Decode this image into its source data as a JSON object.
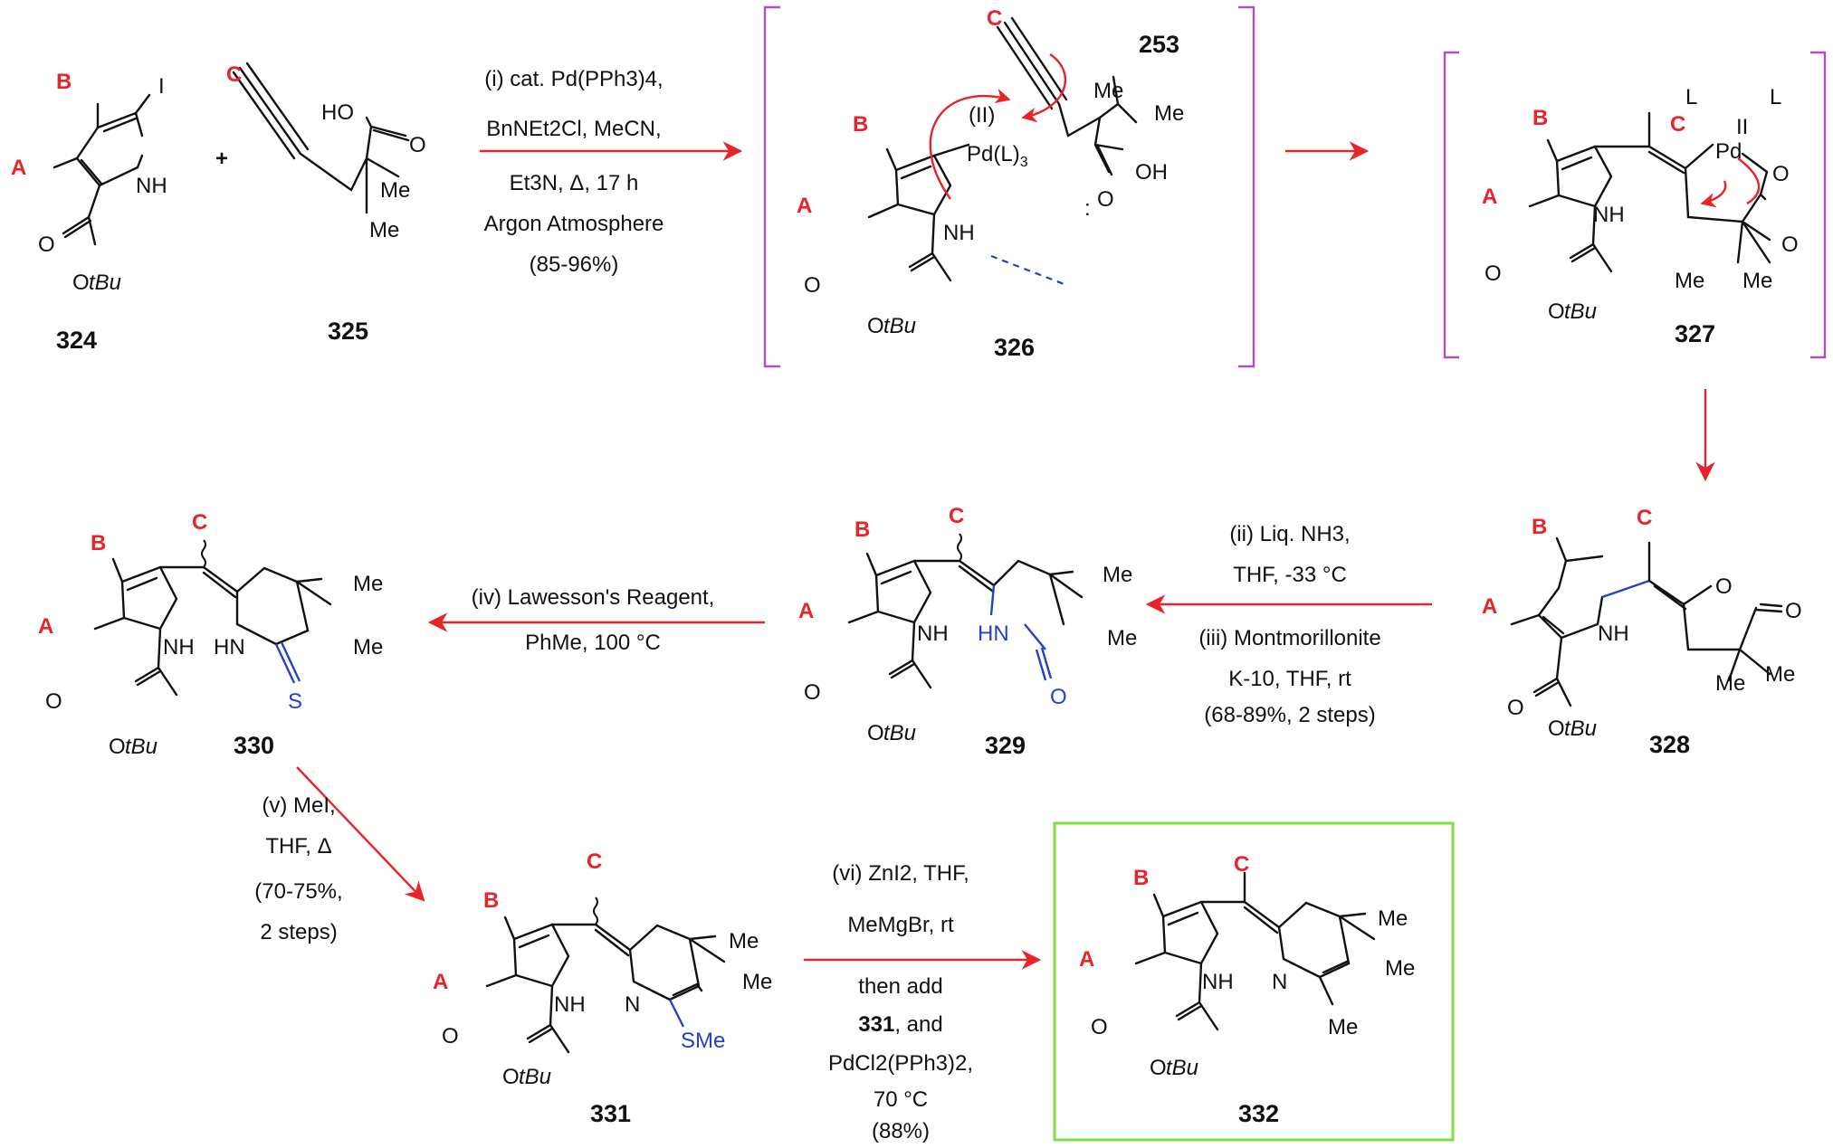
{
  "compounds": {
    "c324": "324",
    "c325": "325",
    "c253": "253",
    "c326": "326",
    "c327": "327",
    "c328": "328",
    "c329": "329",
    "c330": "330",
    "c331": "331",
    "c332": "332"
  },
  "substituents": {
    "A": "A",
    "B": "B",
    "C": "C"
  },
  "atoms": {
    "I": "I",
    "NH": "NH",
    "HN": "HN",
    "N": "N",
    "O": "O",
    "S": "S",
    "HO": "HO",
    "OH": "OH",
    "O_tBu_prefix": "O",
    "tBu": "tBu",
    "Me": "Me",
    "SMe": "SMe",
    "Pd": "Pd",
    "PdL3": "Pd(L)",
    "PdL3_sub": "3",
    "L": "L",
    "II": "II",
    "II_paren": "(II)",
    "plus": "+"
  },
  "conditions": {
    "step1": {
      "line1": "(i) cat. Pd(PPh3)4,",
      "line2": "BnNEt2Cl, MeCN,",
      "line3": "Et3N, Δ, 17 h",
      "line4": "Argon Atmosphere",
      "line5": "(85-96%)"
    },
    "step2": {
      "line1": "(ii) Liq. NH3,",
      "line2": "THF, -33 °C",
      "line3": "(iii) Montmorillonite",
      "line4": "K-10, THF, rt",
      "line5": "(68-89%, 2 steps)"
    },
    "step4": {
      "line1": "(iv) Lawesson's Reagent,",
      "line2": "PhMe, 100 °C"
    },
    "step5": {
      "line1": "(v) MeI,",
      "line2": "THF, Δ",
      "line3": "(70-75%,",
      "line4": "2 steps)"
    },
    "step6": {
      "line1": "(vi) ZnI2, THF,",
      "line2": "MeMgBr, rt",
      "line3": "then add",
      "line4_bold": "331",
      "line4_rest": ", and",
      "line5": "PdCl2(PPh3)2,",
      "line6": "70 °C",
      "line7": "(88%)"
    }
  },
  "colors": {
    "substituent": "#e8242a",
    "arrow": "#e8242a",
    "highlight": "#2740c8",
    "bracket": "#b04fc0",
    "product_box": "#7de04a"
  }
}
